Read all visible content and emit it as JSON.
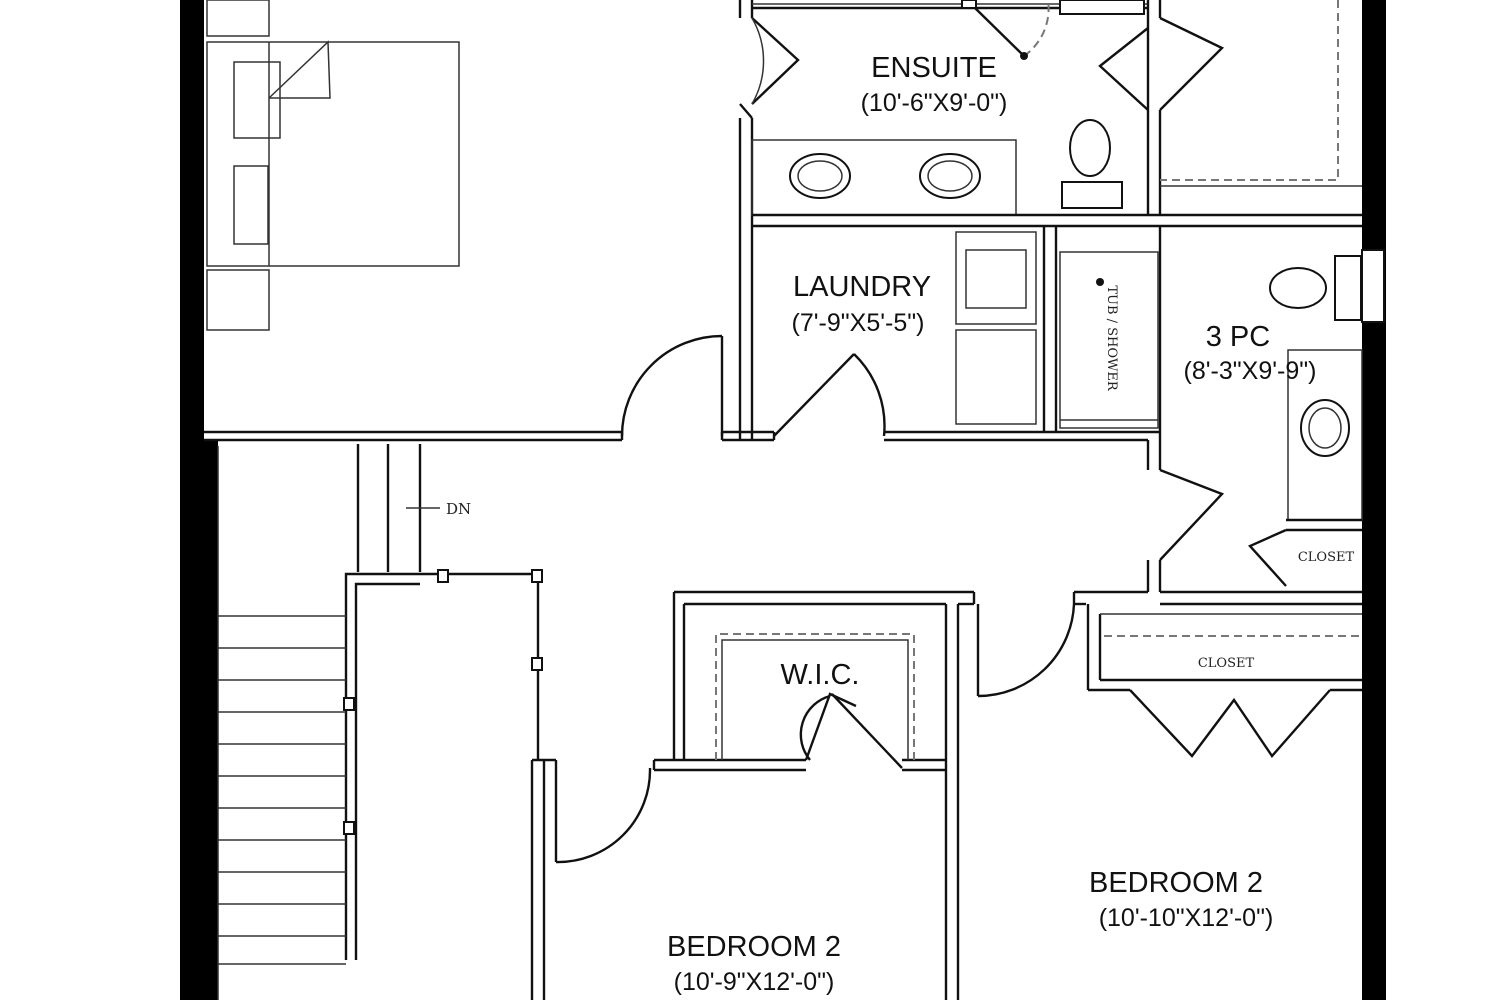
{
  "rooms": {
    "ensuite": {
      "name": "ENSUITE",
      "dims": "(10'-6\"X9'-0\")"
    },
    "laundry": {
      "name": "LAUNDRY",
      "dims": "(7'-9\"X5'-5\")"
    },
    "three_pc": {
      "name": "3 PC",
      "dims": "(8'-3\"X9'-9\")"
    },
    "wic": {
      "name": "W.I.C."
    },
    "bedroom_a": {
      "name": "BEDROOM 2",
      "dims": "(10'-9\"X12'-0\")"
    },
    "bedroom_b": {
      "name": "BEDROOM 2",
      "dims": "(10'-10\"X12'-0\")"
    }
  },
  "notes": {
    "tub_shower": "TUB / SHOWER",
    "closet_a": "CLOSET",
    "closet_b": "CLOSET",
    "stair": "DN"
  }
}
